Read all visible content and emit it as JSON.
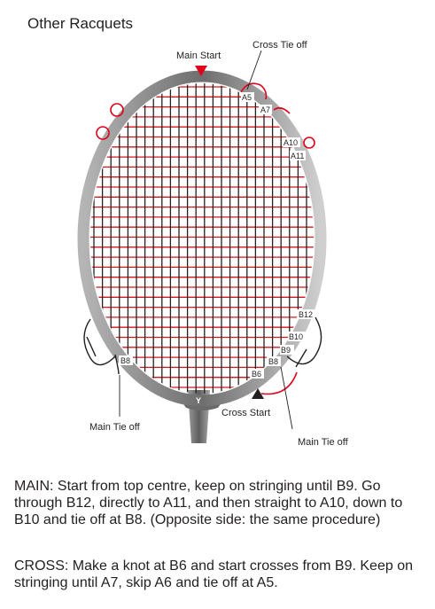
{
  "title": "Other Racquets",
  "labels": {
    "main_start": "Main Start",
    "cross_tie_off": "Cross Tie off",
    "cross_start": "Cross Start",
    "main_tie_off_left": "Main Tie off",
    "main_tie_off_right": "Main Tie off"
  },
  "holes": {
    "a5": "A5",
    "a7": "A7",
    "a10": "A10",
    "a11": "A11",
    "b12": "B12",
    "b10": "B10",
    "b9": "B9",
    "b8_right": "B8",
    "b6": "B6",
    "b8_left": "B8"
  },
  "instructions": {
    "main": "MAIN: Start from top centre, keep on stringing until B9. Go through B12, directly to A11, and then straight to A10, down to B10 and tie off at B8. (Opposite side: the same procedure)",
    "cross": "CROSS: Make a knot at B6 and start crosses from B9. Keep on stringing until A7, skip A6 and tie off at A5."
  },
  "colors": {
    "main_string": "#231f20",
    "cross_string": "#d7141a",
    "frame": "#8a8a8a",
    "marker_red": "#e1001a"
  }
}
